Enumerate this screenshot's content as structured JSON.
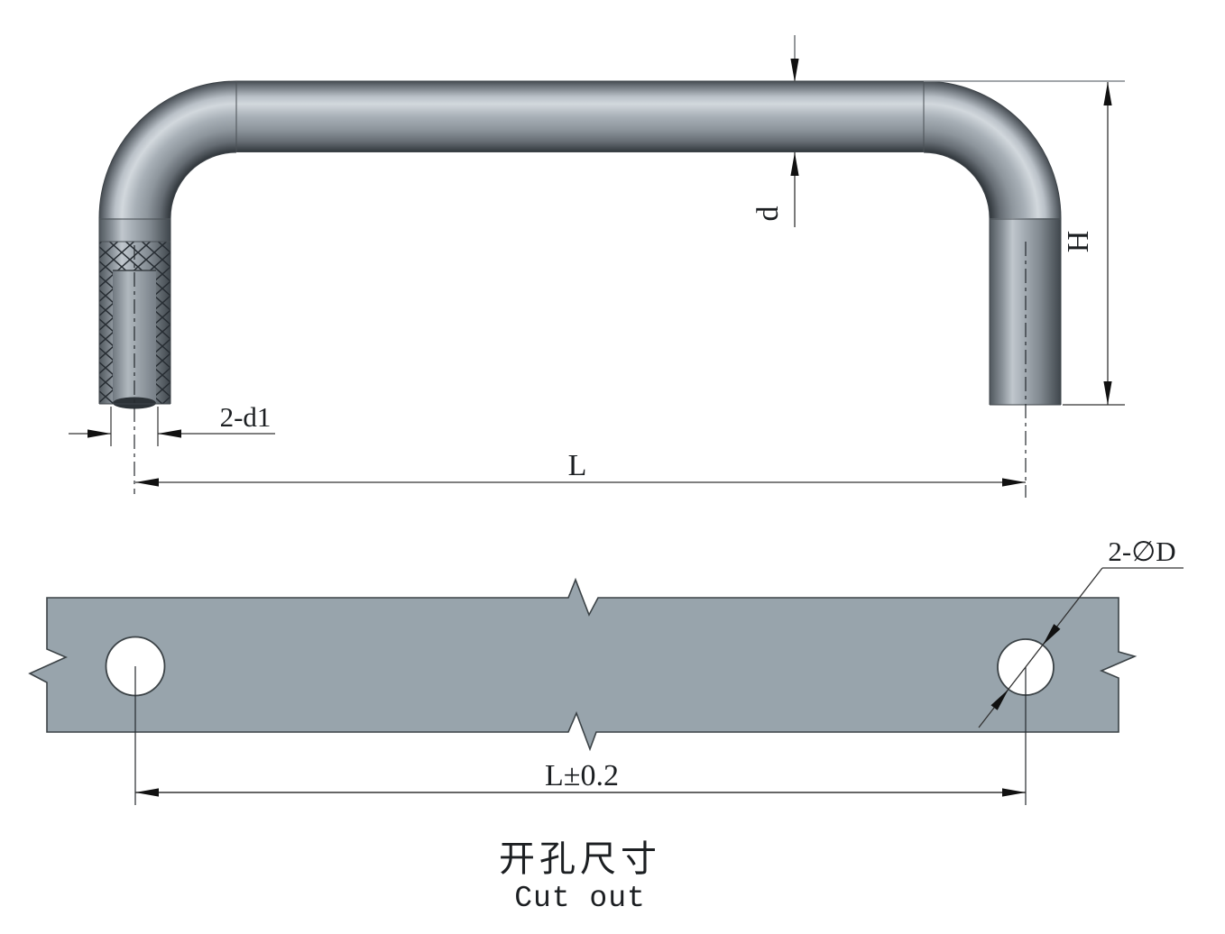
{
  "drawing": {
    "type": "technical-drawing",
    "part": "U-shaped pull handle with mounting cut-out",
    "title_cn": "开孔尺寸",
    "title_en": "Cut out",
    "handle_view": {
      "dim_tube_diameter": "d",
      "dim_height": "H",
      "dim_thread_holes": "2-d1",
      "dim_center_spacing": "L"
    },
    "cutout_view": {
      "dim_holes": "2-∅D",
      "dim_spacing": "L±0.2"
    },
    "colors": {
      "plate_fill": "#98a4ac",
      "metal_highlight": "#d2d8dd",
      "metal_shadow": "#2f353a",
      "outline": "#3c4246",
      "dimension_line": "#333333"
    }
  }
}
